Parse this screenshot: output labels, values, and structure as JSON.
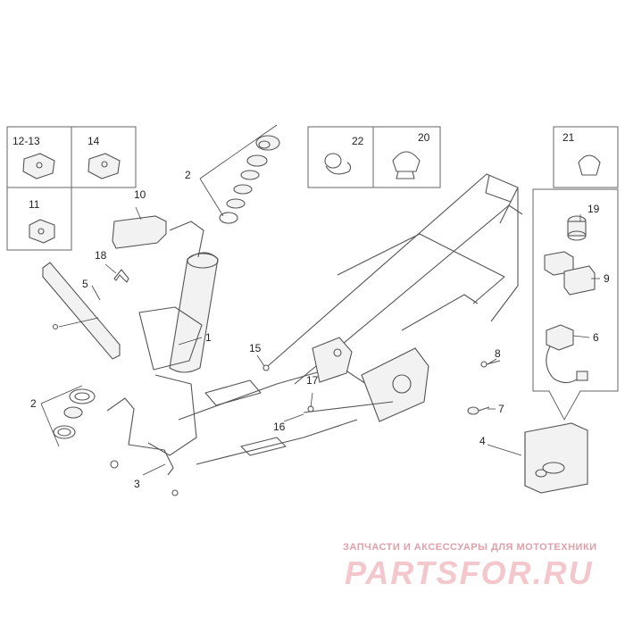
{
  "callouts": {
    "c1": "1",
    "c2a": "2",
    "c2b": "2",
    "c3": "3",
    "c4": "4",
    "c5": "5",
    "c6": "6",
    "c7": "7",
    "c8": "8",
    "c9": "9",
    "c10": "10",
    "c11": "11",
    "c1213": "12-13",
    "c14": "14",
    "c15": "15",
    "c16": "16",
    "c17": "17",
    "c18": "18",
    "c19": "19",
    "c20": "20",
    "c21": "21",
    "c22": "22"
  },
  "watermark": {
    "tagline": "ЗАПЧАСТИ И АКСЕССУАРЫ ДЛЯ МОТОТЕХНИКИ",
    "logo": "PARTSFOR.RU"
  }
}
